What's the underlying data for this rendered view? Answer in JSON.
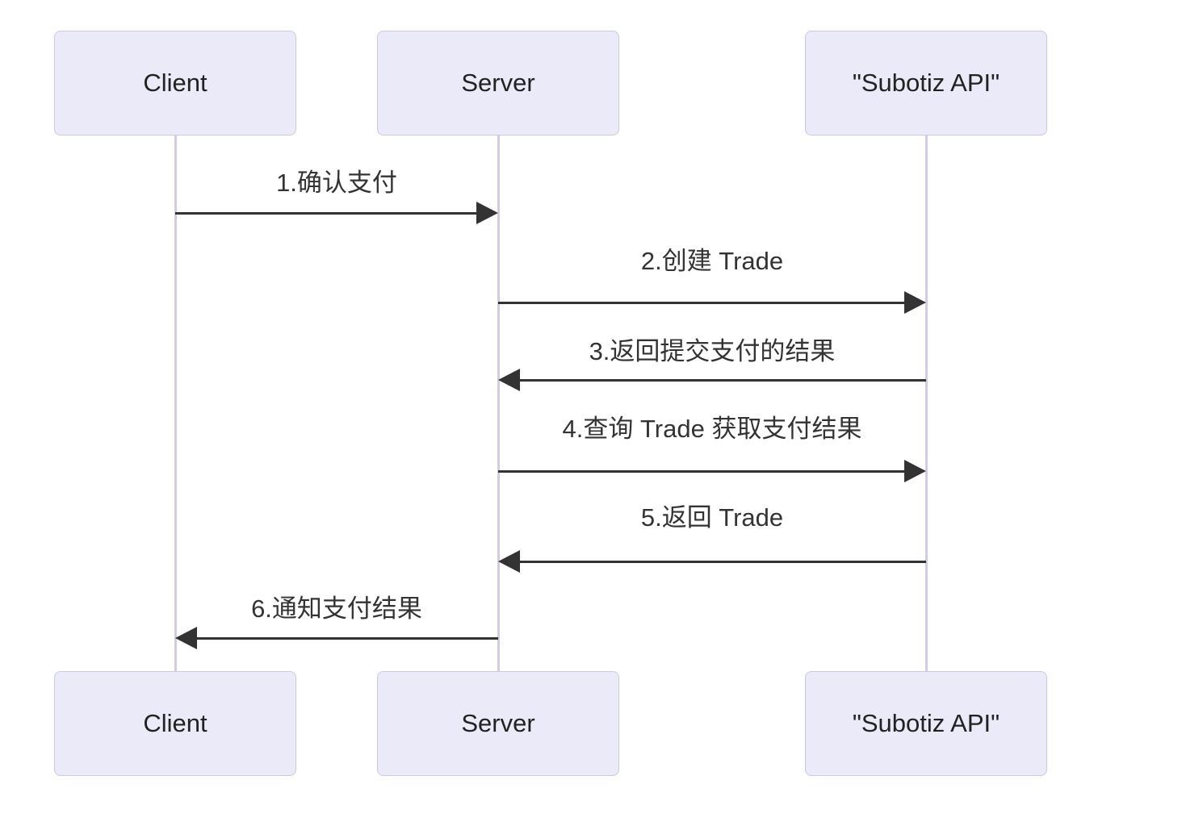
{
  "diagram": {
    "type": "sequence-diagram",
    "actors": [
      {
        "id": "client",
        "name": "Client"
      },
      {
        "id": "server",
        "name": "Server"
      },
      {
        "id": "subotiz-api",
        "name": "\"Subotiz API\""
      }
    ],
    "messages": [
      {
        "seq": 1,
        "from": "Client",
        "to": "Server",
        "label": "1.确认支付",
        "direction": "right",
        "line_style": "solid"
      },
      {
        "seq": 2,
        "from": "Server",
        "to": "\"Subotiz API\"",
        "label": "2.创建 Trade",
        "direction": "right",
        "line_style": "solid"
      },
      {
        "seq": 3,
        "from": "\"Subotiz API\"",
        "to": "Server",
        "label": "3.返回提交支付的结果",
        "direction": "left",
        "line_style": "solid"
      },
      {
        "seq": 4,
        "from": "Server",
        "to": "\"Subotiz API\"",
        "label": "4.查询 Trade 获取支付结果",
        "direction": "right",
        "line_style": "solid"
      },
      {
        "seq": 5,
        "from": "\"Subotiz API\"",
        "to": "Server",
        "label": "5.返回 Trade",
        "direction": "left",
        "line_style": "solid"
      },
      {
        "seq": 6,
        "from": "Server",
        "to": "Client",
        "label": "6.通知支付结果",
        "direction": "left",
        "line_style": "solid"
      }
    ],
    "colors": {
      "background": "#ffffff",
      "actor_fill": "#eaeaf8",
      "actor_border": "#cdc7e3",
      "lifeline": "#d2cae6",
      "arrow": "#333333",
      "text": "#222222",
      "message_text": "#333333"
    }
  }
}
